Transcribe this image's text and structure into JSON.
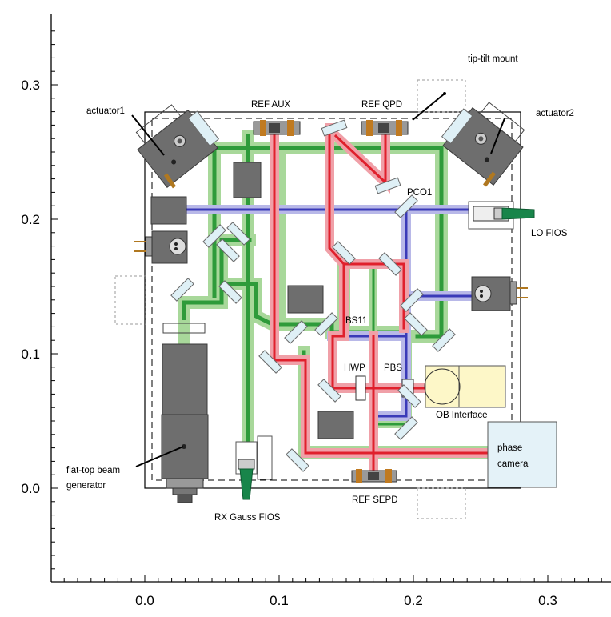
{
  "axes": {
    "x_ticks": [
      "0.0",
      "0.1",
      "0.2",
      "0.3"
    ],
    "y_ticks": [
      "0.0",
      "0.1",
      "0.2",
      "0.3"
    ],
    "xlim": [
      -0.07,
      0.35
    ],
    "ylim": [
      -0.07,
      0.35
    ]
  },
  "labels": {
    "tip_tilt": "tip-tilt mount",
    "actuator1": "actuator1",
    "actuator2": "actuator2",
    "ref_aux": "REF AUX",
    "ref_qpd": "REF QPD",
    "pco1": "PCO1",
    "lo_fios": "LO FIOS",
    "bs11": "BS11",
    "hwp": "HWP",
    "pbs": "PBS",
    "ob_interface": "OB Interface",
    "phase_camera_1": "phase",
    "phase_camera_2": "camera",
    "flat_top_1": "flat-top beam",
    "flat_top_2": "generator",
    "ref_sepd": "REF SEPD",
    "rx_gauss": "RX Gauss FIOS"
  },
  "colors": {
    "green_beam": "#2e9b3a",
    "red_beam": "#e0202c",
    "blue_beam": "#3a3ab8",
    "component_gray": "#6e6e6e",
    "mirror_fill": "#dff0f6",
    "ob_interface_fill": "#fdf7c8",
    "phase_camera_fill": "#e4f2f8"
  }
}
